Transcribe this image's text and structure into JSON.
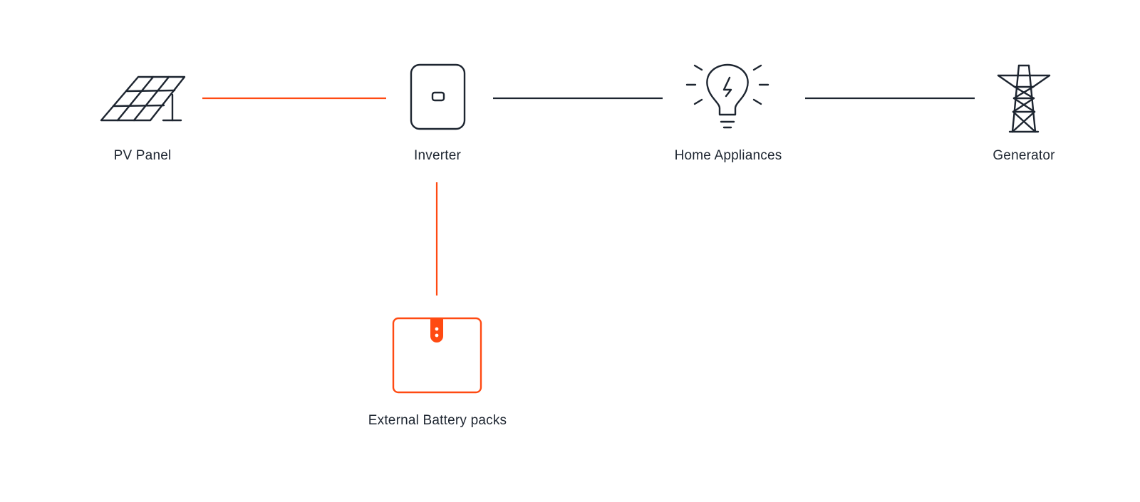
{
  "colors": {
    "dark": "#1d2530",
    "accent": "#ff4a12",
    "background": "#ffffff"
  },
  "nodes": {
    "pv_panel": {
      "label": "PV Panel",
      "icon": "solar-panel-icon"
    },
    "inverter": {
      "label": "Inverter",
      "icon": "inverter-icon"
    },
    "home_appliances": {
      "label": "Home Appliances",
      "icon": "light-bulb-icon"
    },
    "generator": {
      "label": "Generator",
      "icon": "power-tower-icon"
    },
    "battery": {
      "label": "External Battery packs",
      "icon": "battery-pack-icon"
    }
  },
  "connections": [
    {
      "from": "PV Panel",
      "to": "Inverter",
      "color": "#ff4a12"
    },
    {
      "from": "Inverter",
      "to": "Home Appliances",
      "color": "#1d2530"
    },
    {
      "from": "Home Appliances",
      "to": "Generator",
      "color": "#1d2530"
    },
    {
      "from": "Inverter",
      "to": "External Battery packs",
      "color": "#ff4a12"
    }
  ]
}
